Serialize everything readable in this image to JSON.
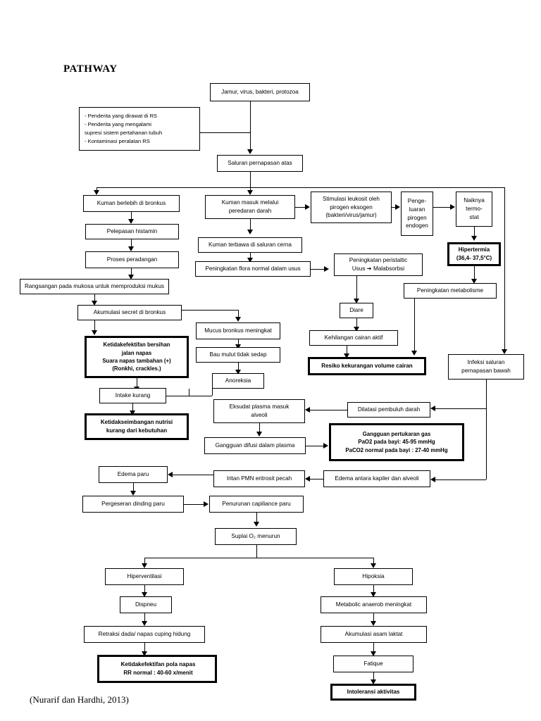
{
  "page": {
    "title": "PATHWAY",
    "citation": "(Nurarif dan Hardhi, 2013)"
  },
  "nodes": {
    "etiologi": "Jamur, virus, bakteri, protozoa",
    "faktor_risiko": "-   Penderita yang dirawat di RS\n-  Penderita yang mengalami\n   supresi sistem pertahanan tubuh\n-  Kontaminasi peralatan RS",
    "saluran_atas": "Saluran pernapasan atas",
    "kuman_bronkus": "Kuman berlebih di bronkus",
    "kuman_darah": "Kuman masuk melalui\nperedaran darah",
    "stimulasi": "Stimulasi leukosit oleh\npirogen eksogen\n(bakteri/virus/jamur)",
    "pengeluaran": "Penge-\nluaran\npirogen\nendogen",
    "termostat": "Naiknya\ntermo-\nstat",
    "hipertermia": "Hipertermia\n(36,4- 37,5°C)",
    "pelepasan": "Pelepasan histamin",
    "kuman_cerna": "Kuman terbawa di saluran cerna",
    "peradangan": "Proses peradangan",
    "flora": "Peningkatan flora normal dalam usus",
    "peristaltik": "Peningkatan peristaltic\nUsus ➔ Malabsorbsi",
    "metabolisme": "Peningkatan metabolisme",
    "rangsangan": "Rangsangan pada mukosa untuk memproduksi mukus",
    "akumulasi": "Akumulasi secret di bronkus",
    "diare": "Diare",
    "mucus": "Mucus bronkus meningkat",
    "kehilangan": "Kehilangan cairan aktif",
    "bersihan": "Ketidakefektifan bersihan\njalan napas\nSuara napas tambahan (+)\n(Ronkhi, crackles.)",
    "bau": "Bau mulut tidak sedap",
    "resiko_cairan": "Resiko kekurangan volume cairan",
    "infeksi_bawah": "Infeksi saluran\npernapasan bawah",
    "anoreksia": "Anoreksia",
    "intake": "Intake kurang",
    "nutrisi": "Ketidakseimbangan nutrisi\nkurang dari kebutuhan",
    "eksudat": "Eksudat plasma masuk\nalveoli",
    "dilatasi": "Dilatasi pembuluh darah",
    "gangguan_gas": "Gangguan pertukaran gas\nPaO2 pada bayi: 45-95  mmHg\nPaCO2 normal pada bayi : 27-40 mmHg",
    "difusi": "Gangguan difusi dalam plasma",
    "edema_paru": "Edema paru",
    "iritan": "Iritan PMN eritrosit pecah",
    "edema_kapiler": "Edema antara kapiler dan alveoli",
    "pergeseran": "Pergeseran dinding paru",
    "capilliance": "Penurunan capiliance paru",
    "suplai": "Suplai O₂ menurun",
    "hiperventilasi": "Hiperventilasi",
    "hipoksia": "Hipoksia",
    "dispneu": "Dispneu",
    "metabolic": "Metabolic anaerob meningkat",
    "retraksi": "Retraksi dada/ napas cuping hidung",
    "asam_laktat": "Akumulasi asam laktat",
    "pola_napas": "Ketidakefektifan pola napas\nRR normal    : 40-60 x/menit",
    "fatique": "Fatique",
    "intoleransi": "Intoleransi aktivitas"
  },
  "colors": {
    "line": "#000000",
    "box_border": "#000000",
    "box_fill": "#ffffff",
    "text": "#000000",
    "background": "#ffffff"
  }
}
